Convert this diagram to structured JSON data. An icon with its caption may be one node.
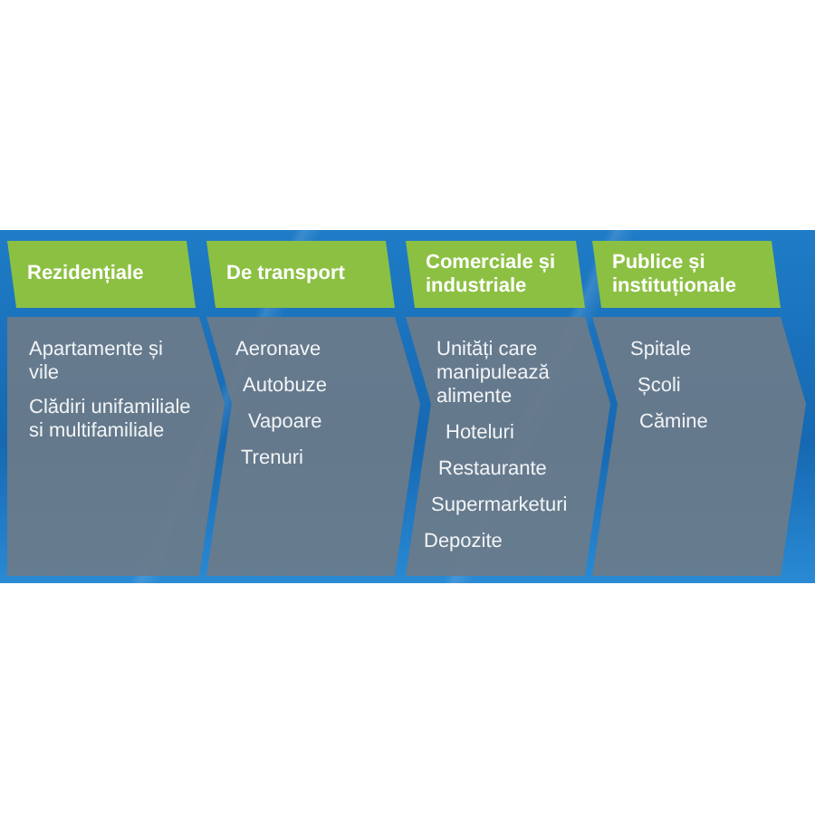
{
  "diagram": {
    "nodes": [
      {
        "text": [
          "Rezidențiale"
        ]
      },
      {
        "text": [
          "Apartamente și vile",
          "Clădiri unifamiliale si multifamiliale"
        ]
      },
      {
        "text": [
          "De transport"
        ]
      },
      {
        "text": [
          "Aeronave",
          "Autobuze",
          "Vapoare",
          "Trenuri"
        ]
      },
      {
        "text": [
          "Comerciale și industriale"
        ]
      },
      {
        "text": [
          "Unități care manipulează alimente",
          "Hoteluri",
          "Restaurante",
          "Supermarketuri",
          "Depozite"
        ]
      },
      {
        "text": [
          "Publice și instituționale"
        ]
      },
      {
        "text": [
          "Spitale",
          "Școli",
          "Cămine"
        ]
      }
    ]
  }
}
